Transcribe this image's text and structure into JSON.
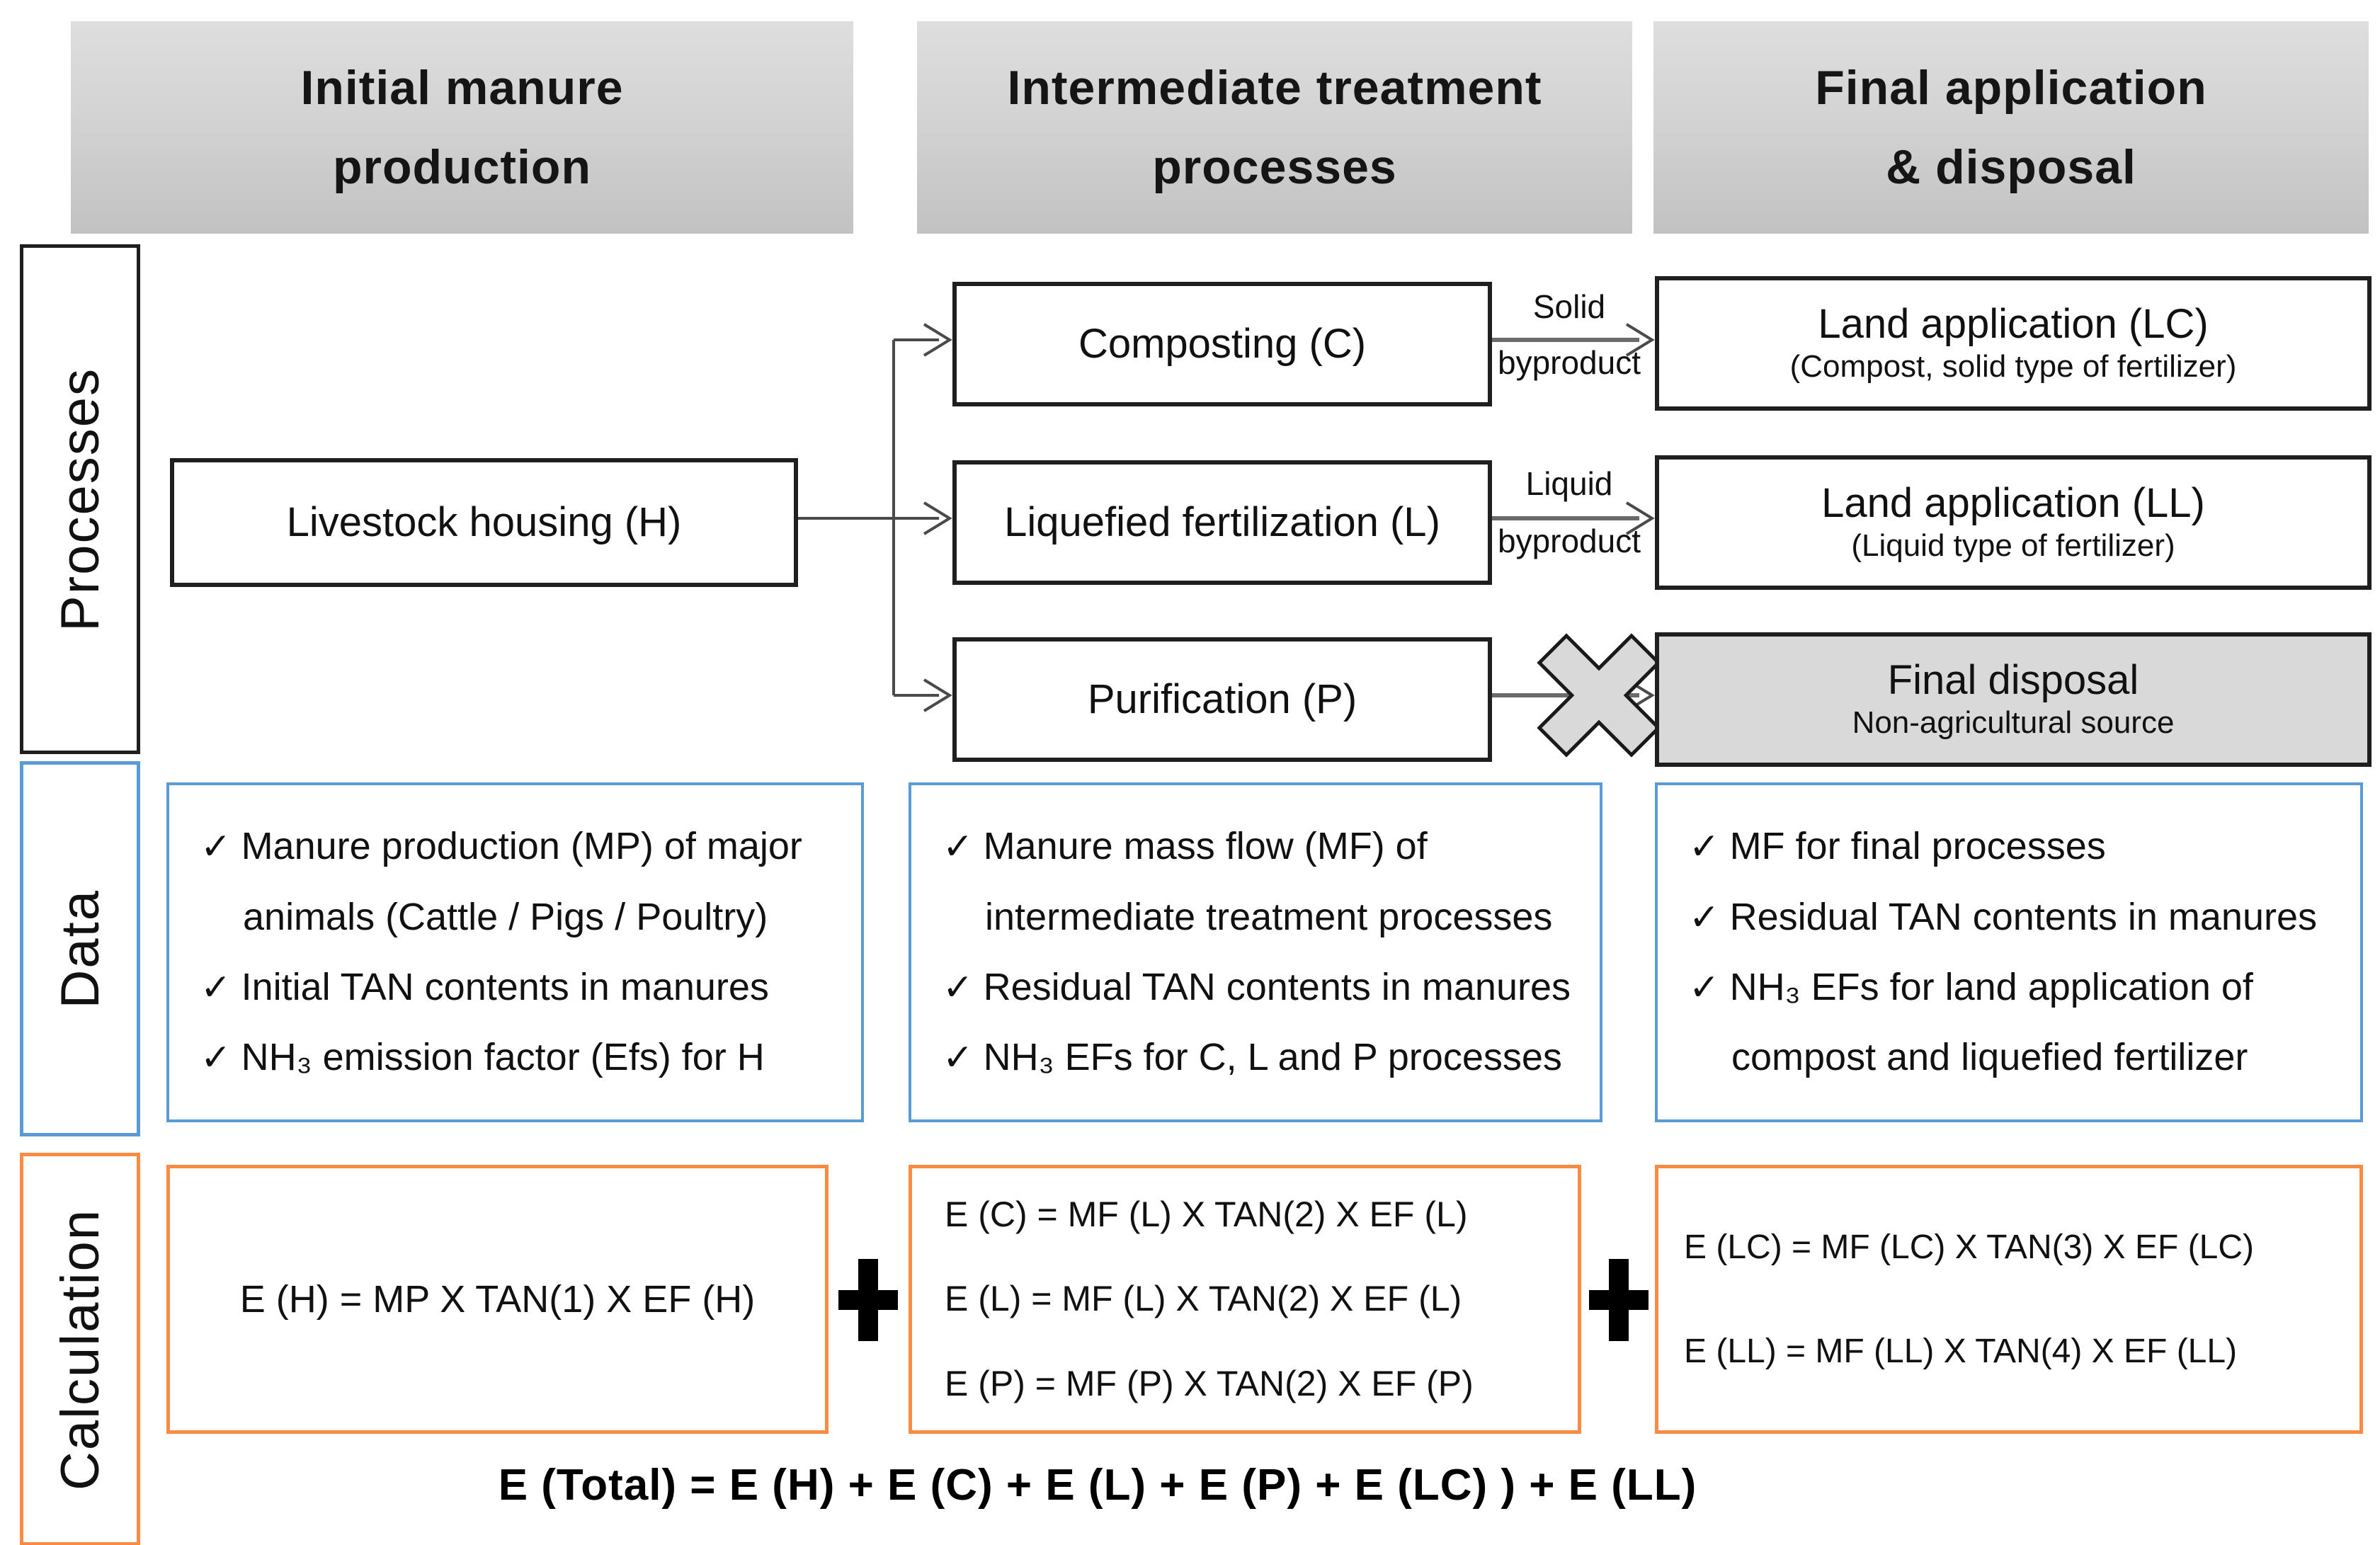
{
  "glyphs": {
    "check": "✓",
    "plus": "+",
    "x_mark": "✕"
  },
  "colors": {
    "accent_blue": "#5B9BD5",
    "accent_orange": "#F98B43",
    "header_gray": "#CFCFCF",
    "disposal_gray": "#D9D9D9",
    "line_dark": "#1F1F1F",
    "arrow_gray": "#6B6B6B"
  },
  "headers": [
    {
      "line1": "Initial manure",
      "line2": "production"
    },
    {
      "line1": "Intermediate treatment",
      "line2": "processes"
    },
    {
      "line1": "Final application",
      "line2": "& disposal"
    }
  ],
  "rows": {
    "processes": {
      "label": "Processes"
    },
    "data": {
      "label": "Data"
    },
    "calculation": {
      "label": "Calculation"
    }
  },
  "process_boxes": {
    "livestock": {
      "label": "Livestock housing (H)"
    },
    "composting": {
      "label": "Composting (C)"
    },
    "liquefied": {
      "label": "Liquefied fertilization (L)"
    },
    "purification": {
      "label": "Purification (P)"
    },
    "land_lc": {
      "title": "Land application (LC)",
      "subtitle": "(Compost, solid type of fertilizer)"
    },
    "land_ll": {
      "title": "Land application (LL)",
      "subtitle": "(Liquid type of fertilizer)"
    },
    "final_disposal": {
      "title": "Final disposal",
      "subtitle": "Non-agricultural source"
    }
  },
  "flow_labels": {
    "solid": {
      "top": "Solid",
      "bottom": "byproduct"
    },
    "liquid": {
      "top": "Liquid",
      "bottom": "byproduct"
    }
  },
  "data_boxes": [
    {
      "lines": [
        {
          "text": "Manure production (MP) of major"
        },
        {
          "text": "animals (Cattle / Pigs / Poultry)"
        },
        {
          "text": "Initial TAN contents in manures"
        },
        {
          "text": "NH₃ emission factor (Efs) for H"
        }
      ]
    },
    {
      "lines": [
        {
          "text": "Manure mass flow (MF) of"
        },
        {
          "text": "intermediate treatment processes"
        },
        {
          "text": "Residual TAN contents in manures"
        },
        {
          "text": "NH₃ EFs for C, L and P processes"
        }
      ]
    },
    {
      "lines": [
        {
          "text": "MF for final processes"
        },
        {
          "text": "Residual TAN contents in manures"
        },
        {
          "text": "NH₃ EFs for land application of"
        },
        {
          "text": "compost and liquefied fertilizer"
        }
      ]
    }
  ],
  "calc_boxes": {
    "c1": {
      "lines": [
        "E (H) = MP X TAN(1) X EF (H)"
      ]
    },
    "c2": {
      "lines": [
        "E (C) = MF (L) X TAN(2) X EF (L)",
        "E (L) = MF (L) X TAN(2) X EF (L)",
        "E (P) = MF (P) X TAN(2) X EF (P)"
      ]
    },
    "c3": {
      "lines": [
        "E (LC) = MF (LC) X TAN(3) X EF (LC)",
        "E (LL) = MF (LL) X TAN(4) X EF (LL)"
      ]
    }
  },
  "total_formula": "E (Total) = E (H) + E (C) + E (L) + E (P) + E (LC) ) + E (LL)"
}
